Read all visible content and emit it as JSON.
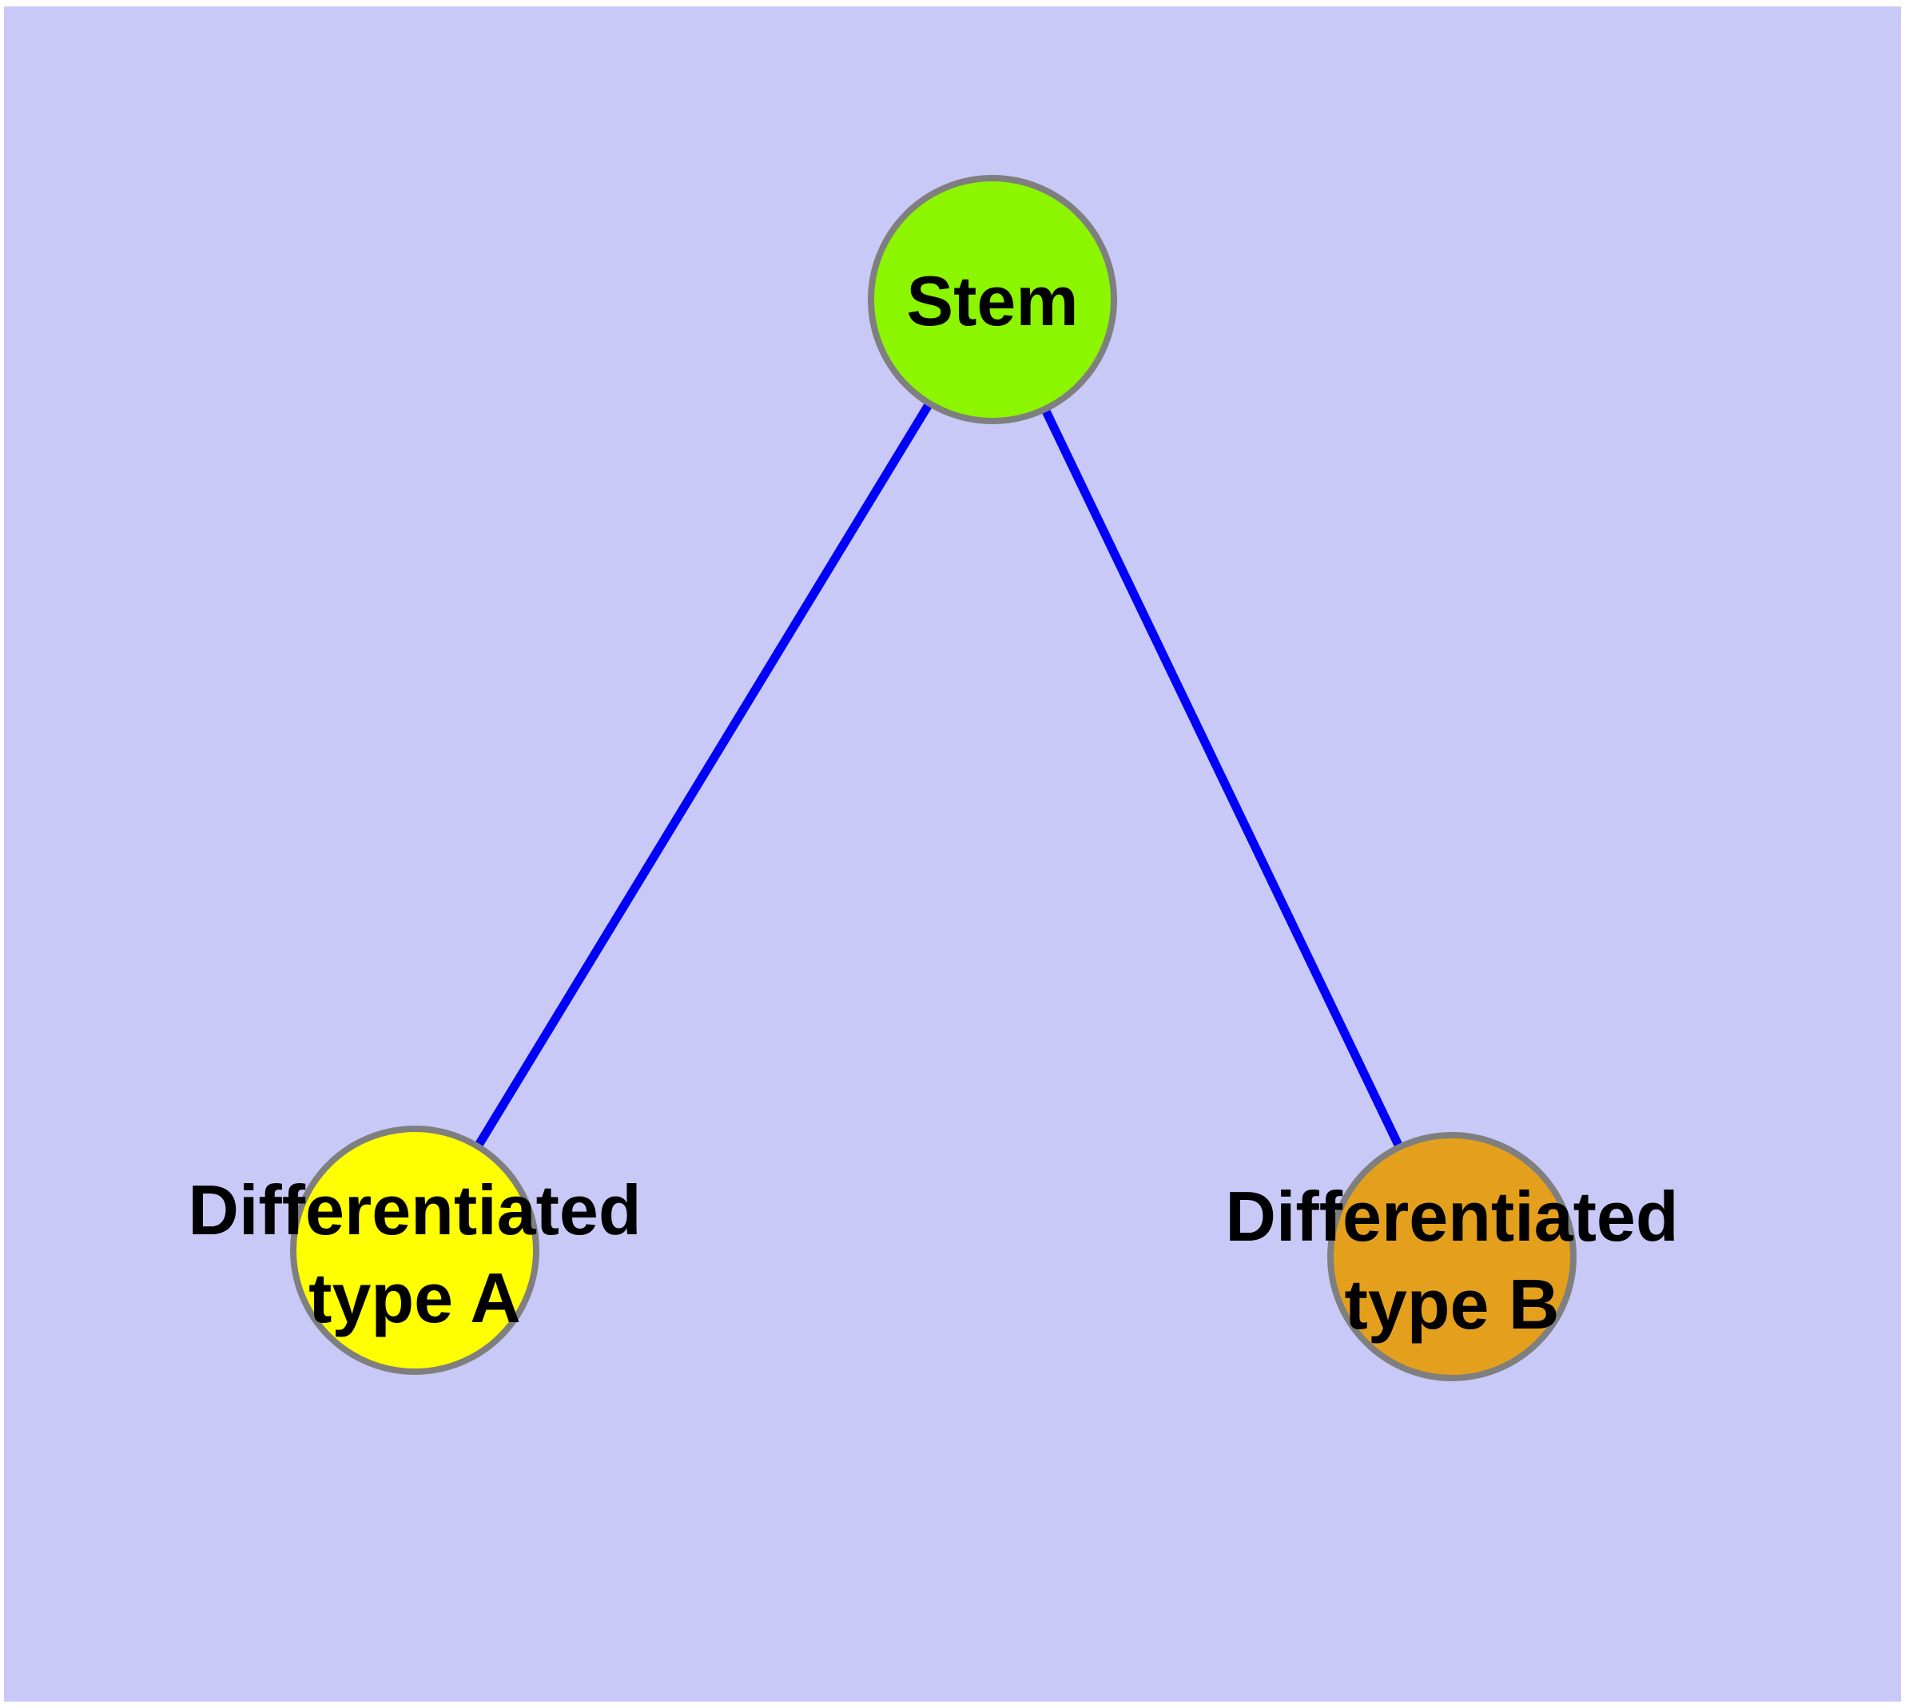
{
  "canvas": {
    "background": "#c9c9f8",
    "frame": "#ffffff"
  },
  "diagram": {
    "type": "graph",
    "nodes": [
      {
        "id": "stem",
        "label": "Stem",
        "lines": [
          "Stem"
        ],
        "fill": "#8cf500",
        "stroke": "#7f7f7f",
        "text_color": "#000000"
      },
      {
        "id": "differentiated-type-a",
        "label": "Differentiated type A",
        "lines": [
          "Differentiated",
          "type A"
        ],
        "fill": "#ffff00",
        "stroke": "#7f7f7f",
        "text_color": "#000000"
      },
      {
        "id": "differentiated-type-b",
        "label": "Differentiated type B",
        "lines": [
          "Differentiated",
          "type B"
        ],
        "fill": "#e4a01d",
        "stroke": "#7f7f7f",
        "text_color": "#000000"
      }
    ],
    "edges": [
      {
        "from": "stem",
        "to": "differentiated-type-a",
        "color": "#0000fa"
      },
      {
        "from": "stem",
        "to": "differentiated-type-b",
        "color": "#0000fa"
      }
    ]
  }
}
